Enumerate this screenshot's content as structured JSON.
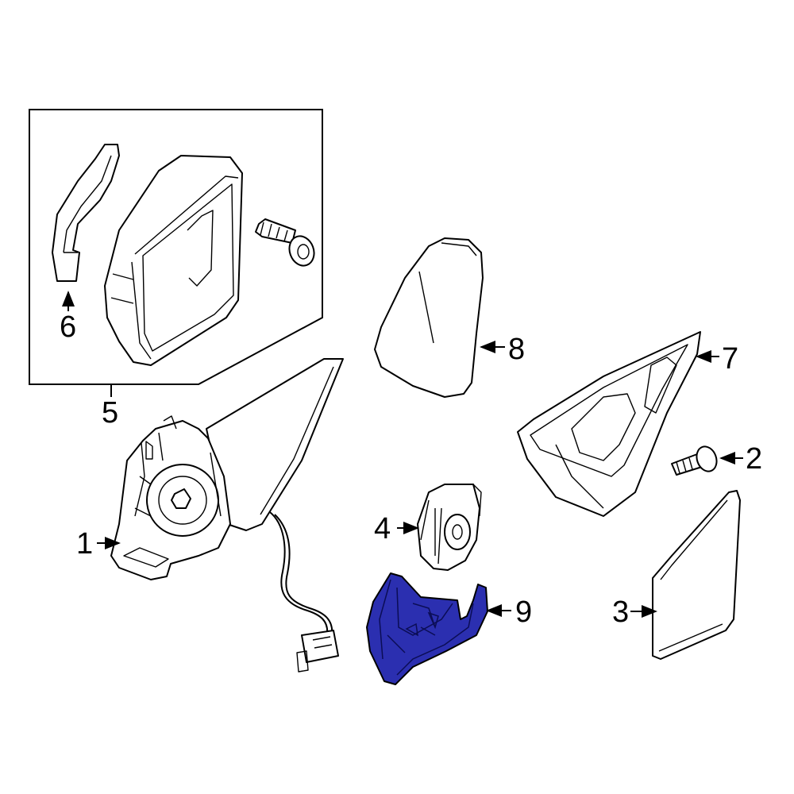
{
  "callouts": [
    {
      "id": "1",
      "text": "1"
    },
    {
      "id": "2",
      "text": "2"
    },
    {
      "id": "3",
      "text": "3"
    },
    {
      "id": "4",
      "text": "4"
    },
    {
      "id": "5",
      "text": "5"
    },
    {
      "id": "6",
      "text": "6"
    },
    {
      "id": "7",
      "text": "7"
    },
    {
      "id": "8",
      "text": "8"
    },
    {
      "id": "9",
      "text": "9"
    }
  ],
  "highlight_color": "#2b2fb0",
  "highlighted_part": "9"
}
